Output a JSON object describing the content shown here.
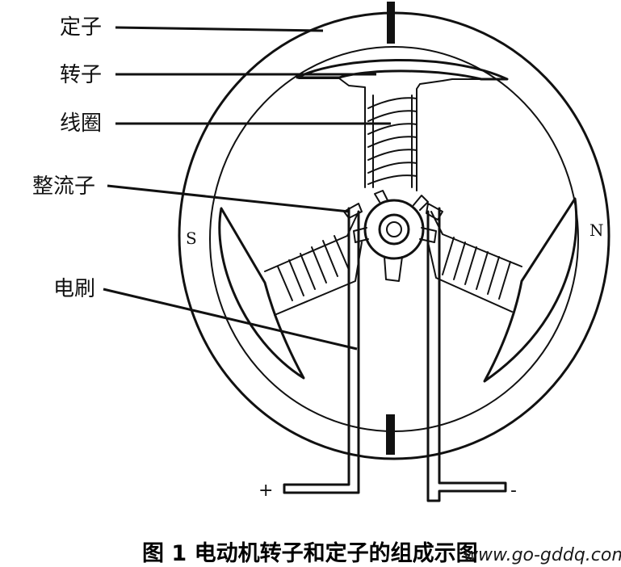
{
  "labels": {
    "stator": "定子",
    "rotor": "转子",
    "coil": "线圈",
    "commutator": "整流子",
    "brush": "电刷"
  },
  "poles": {
    "south": "S",
    "north": "N"
  },
  "terminals": {
    "positive": "+",
    "negative": "-"
  },
  "caption": "图 1 电动机转子和定子的组成示图",
  "watermark": "www.go-gddq.com"
}
